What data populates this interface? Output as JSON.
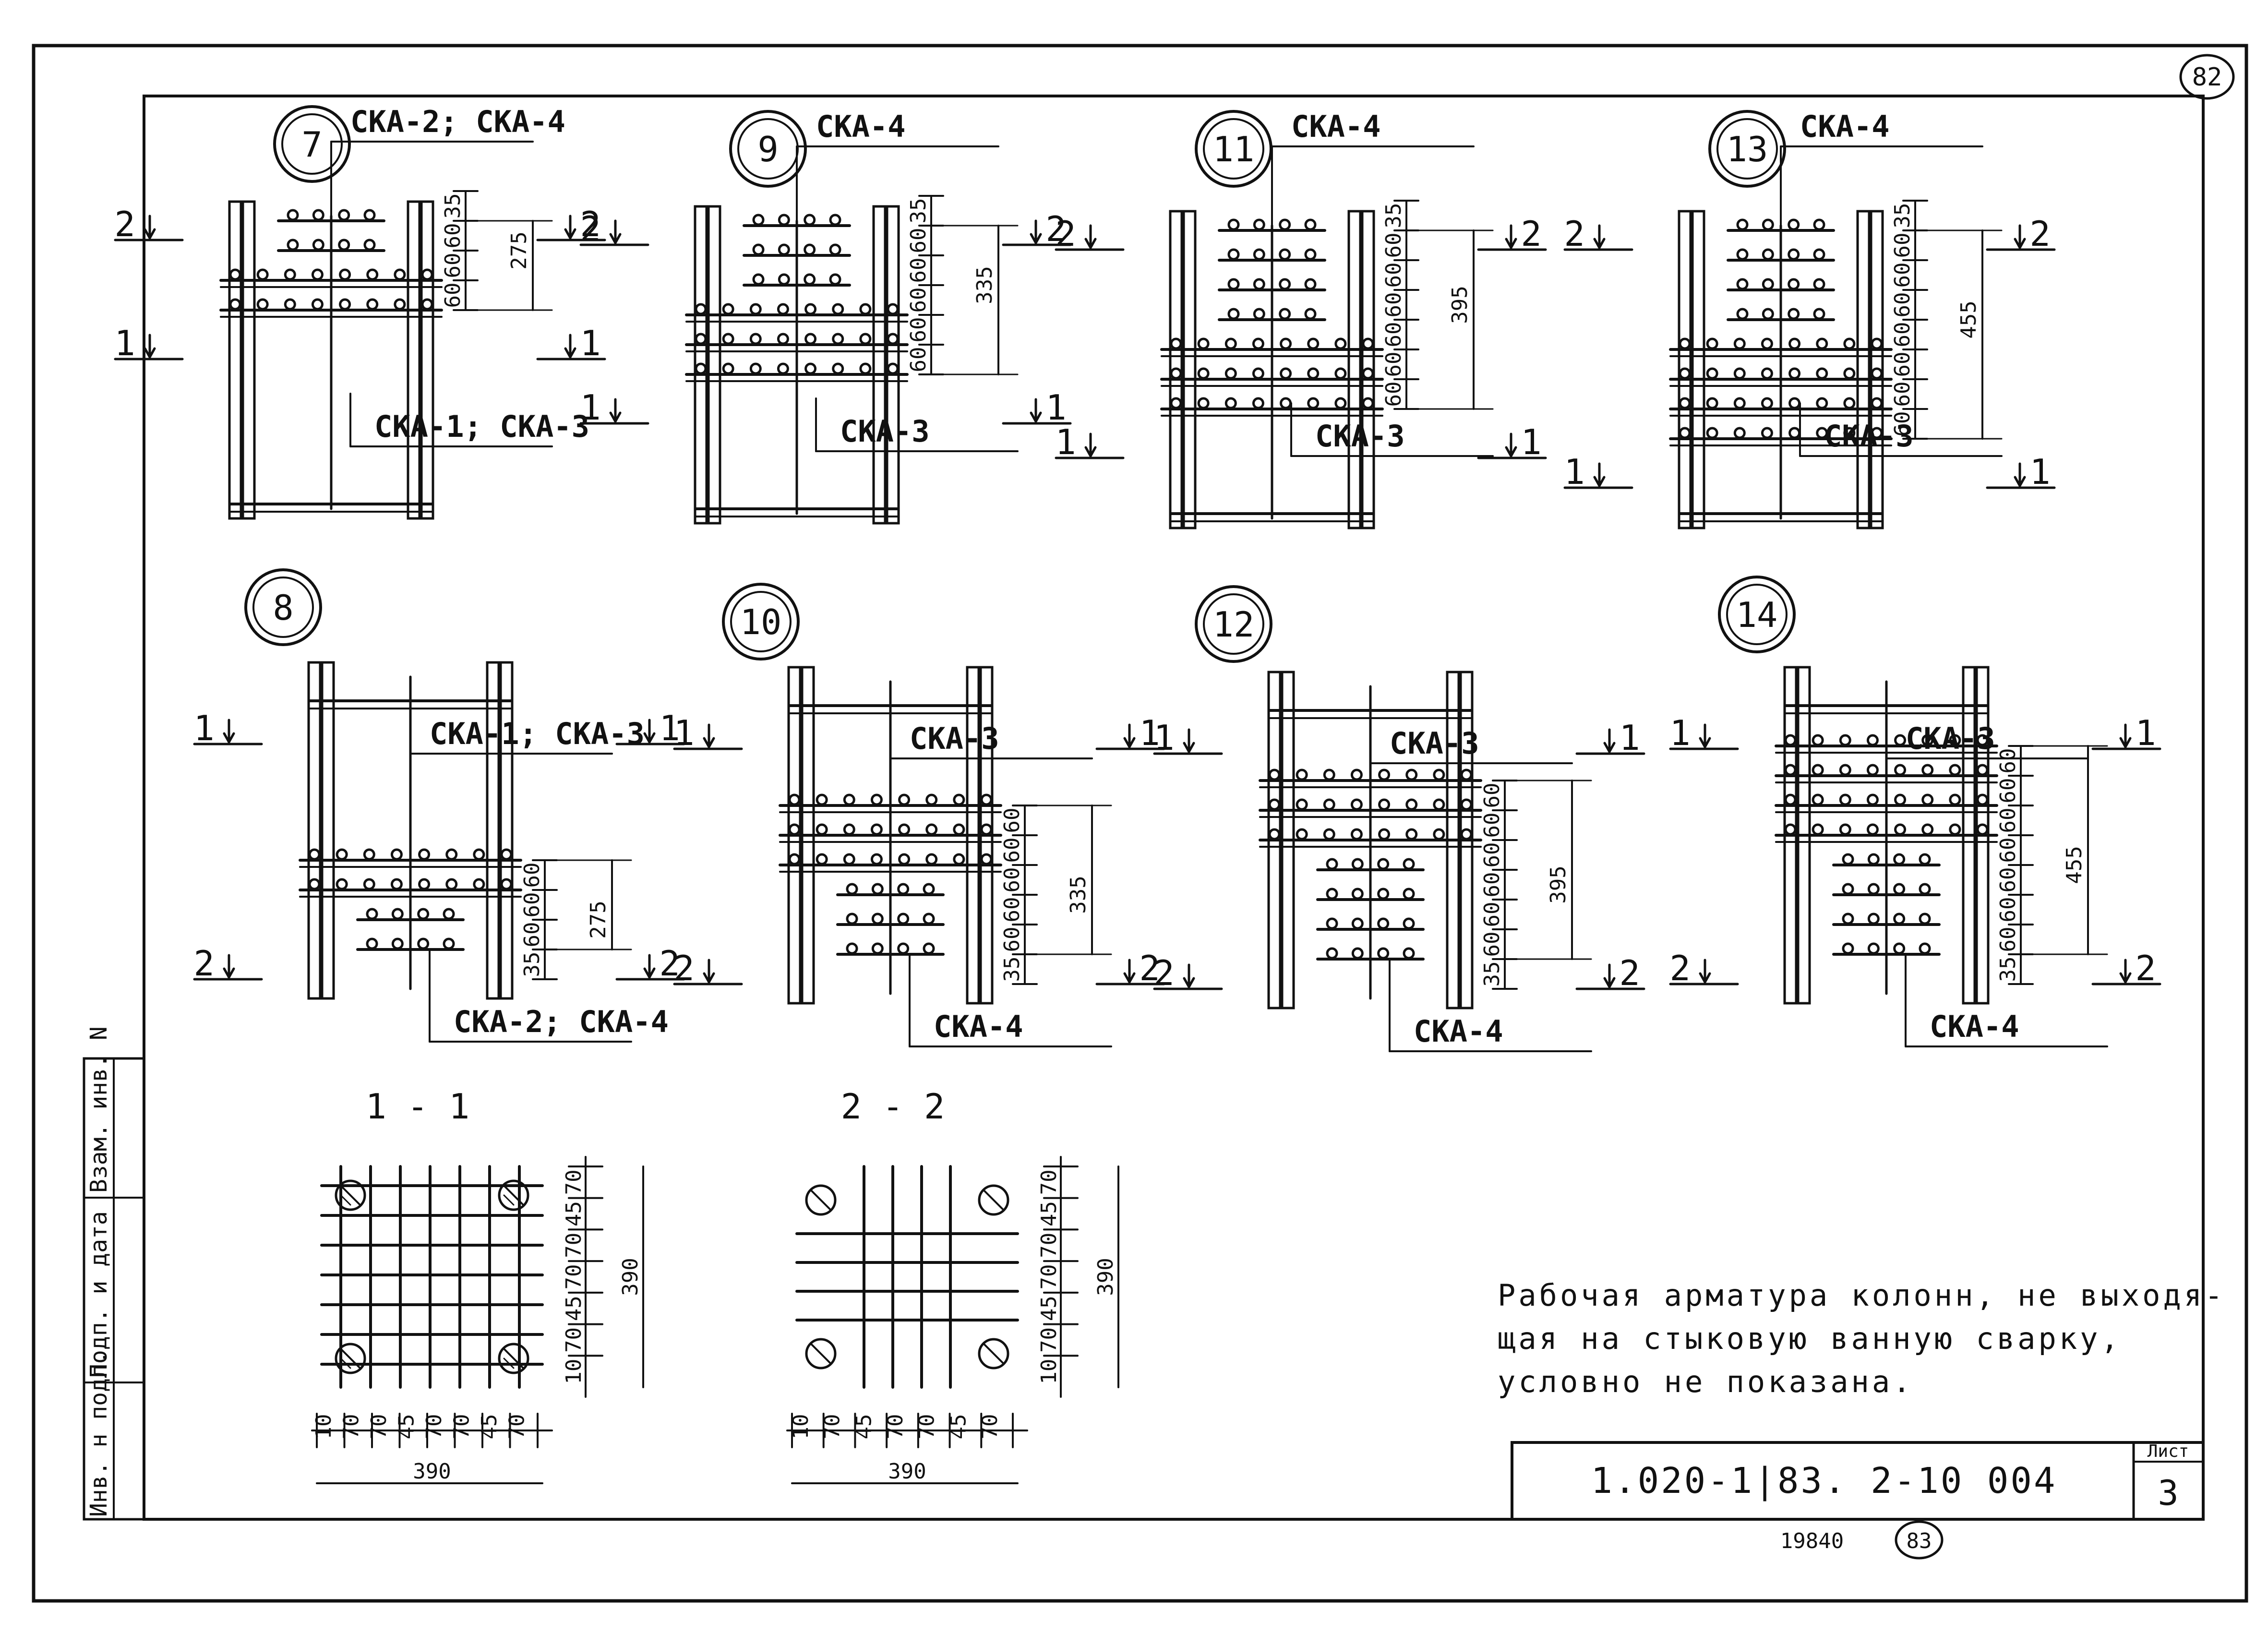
{
  "sheet": {
    "page_number": "82",
    "bottom_page_number": "83",
    "inventory_number": "19840",
    "document_code": "1.020-1|83. 2-10 004",
    "list_label": "Лист",
    "list_number": "3",
    "stamp_columns": [
      "Инв. н подл.",
      "Подп. и дата",
      "Взам. инв. N"
    ],
    "note_lines": [
      "Рабочая арматура колонн, не выходя-",
      "щая на стыковую ванную сварку,",
      "условно не показана."
    ]
  },
  "nodes": [
    {
      "id": "7",
      "mesh_top": "СКА-2; СКА-4",
      "mesh_bottom": "СКА-1; СКА-3",
      "dims": [
        "35",
        "60",
        "60",
        "60"
      ],
      "total": "275",
      "cut_upper": "2",
      "cut_lower": "1"
    },
    {
      "id": "9",
      "mesh_top": "СКА-4",
      "mesh_bottom": "СКА-3",
      "dims": [
        "35",
        "60",
        "60",
        "60",
        "60",
        "60"
      ],
      "total": "335",
      "cut_upper": "2",
      "cut_lower": "1"
    },
    {
      "id": "11",
      "mesh_top": "СКА-4",
      "mesh_bottom": "СКА-3",
      "dims": [
        "35",
        "60",
        "60",
        "60",
        "60",
        "60",
        "60"
      ],
      "total": "395",
      "cut_upper": "2",
      "cut_lower": "1"
    },
    {
      "id": "13",
      "mesh_top": "СКА-4",
      "mesh_bottom": "СКА-3",
      "dims": [
        "35",
        "60",
        "60",
        "60",
        "60",
        "60",
        "60",
        "60"
      ],
      "total": "455",
      "cut_upper": "2",
      "cut_lower": "1"
    },
    {
      "id": "8",
      "mesh_top": "СКА-1; СКА-3",
      "mesh_bottom": "СКА-2; СКА-4",
      "dims": [
        "60",
        "60",
        "60",
        "35"
      ],
      "total": "275",
      "cut_upper": "1",
      "cut_lower": "2"
    },
    {
      "id": "10",
      "mesh_top": "СКА-3",
      "mesh_bottom": "СКА-4",
      "dims": [
        "60",
        "60",
        "60",
        "60",
        "60",
        "35"
      ],
      "total": "335",
      "cut_upper": "1",
      "cut_lower": "2"
    },
    {
      "id": "12",
      "mesh_top": "СКА-3",
      "mesh_bottom": "СКА-4",
      "dims": [
        "60",
        "60",
        "60",
        "60",
        "60",
        "60",
        "35"
      ],
      "total": "395",
      "cut_upper": "1",
      "cut_lower": "2"
    },
    {
      "id": "14",
      "mesh_top": "СКА-3",
      "mesh_bottom": "СКА-4",
      "dims": [
        "60",
        "60",
        "60",
        "60",
        "60",
        "60",
        "60",
        "35"
      ],
      "total": "455",
      "cut_upper": "1",
      "cut_lower": "2"
    }
  ],
  "sections": [
    {
      "title": "1 - 1",
      "h_dims": [
        "10",
        "70",
        "70",
        "45",
        "70",
        "70",
        "45",
        "70"
      ],
      "v_dims": [
        "10",
        "70",
        "45",
        "70",
        "70",
        "45",
        "70"
      ],
      "total_h": "390",
      "total_v": "390"
    },
    {
      "title": "2 - 2",
      "h_dims": [
        "10",
        "70",
        "45",
        "70",
        "70",
        "45",
        "70"
      ],
      "v_dims": [
        "10",
        "70",
        "45",
        "70",
        "70",
        "45",
        "70"
      ],
      "total_h": "390",
      "total_v": "390"
    }
  ],
  "colors": {
    "ink": "#111111",
    "paper": "#ffffff"
  }
}
